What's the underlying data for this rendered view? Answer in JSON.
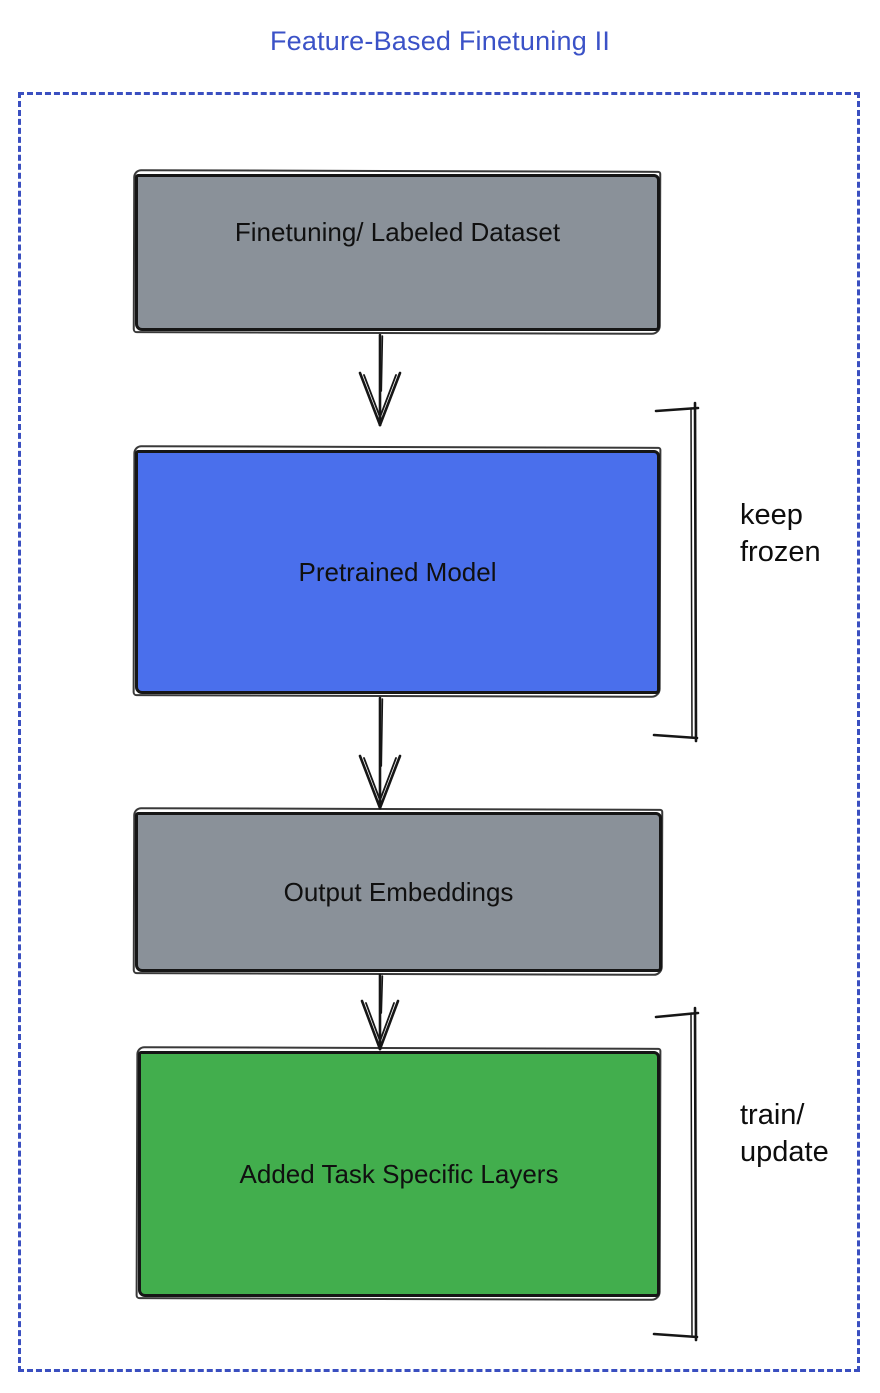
{
  "title": "Feature-Based Finetuning II",
  "colors": {
    "title": "#3b52c7",
    "frame_border": "#3a4fc0",
    "stroke": "#161616",
    "gray_fill": "#8a9199",
    "blue_fill": "#4a6fec",
    "green_fill": "#42ae4d"
  },
  "nodes": [
    {
      "id": "finetuning-dataset",
      "label": "Finetuning/ Labeled Dataset",
      "fill": "#8a9199"
    },
    {
      "id": "pretrained-model",
      "label": "Pretrained Model",
      "fill": "#4a6fec"
    },
    {
      "id": "output-embeddings",
      "label": "Output Embeddings",
      "fill": "#8a9199"
    },
    {
      "id": "task-specific-layers",
      "label": "Added Task Specific Layers",
      "fill": "#42ae4d"
    }
  ],
  "annotations": [
    {
      "id": "keep-frozen",
      "lines": [
        "keep",
        "frozen"
      ]
    },
    {
      "id": "train-update",
      "lines": [
        "train/",
        "update"
      ]
    }
  ]
}
